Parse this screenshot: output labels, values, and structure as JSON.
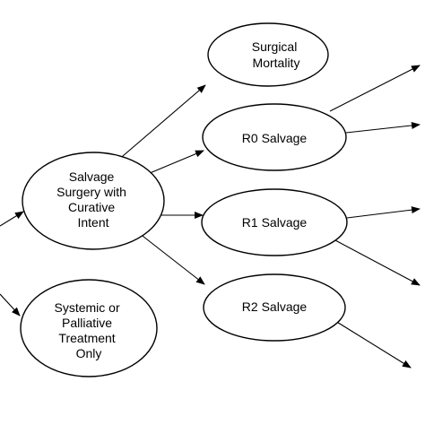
{
  "diagram": {
    "nodes": {
      "surgical_mortality": {
        "lines": [
          "Surgical",
          "Mortality"
        ]
      },
      "r0_salvage": {
        "lines": [
          "R0 Salvage"
        ]
      },
      "salvage_surgery": {
        "lines": [
          "Salvage",
          "Surgery with",
          "Curative",
          "Intent"
        ]
      },
      "r1_salvage": {
        "lines": [
          "R1 Salvage"
        ]
      },
      "r2_salvage": {
        "lines": [
          "R2 Salvage"
        ]
      },
      "systemic_treatment": {
        "lines": [
          "Systemic or",
          "Palliative",
          "Treatment",
          "Only"
        ]
      }
    }
  }
}
